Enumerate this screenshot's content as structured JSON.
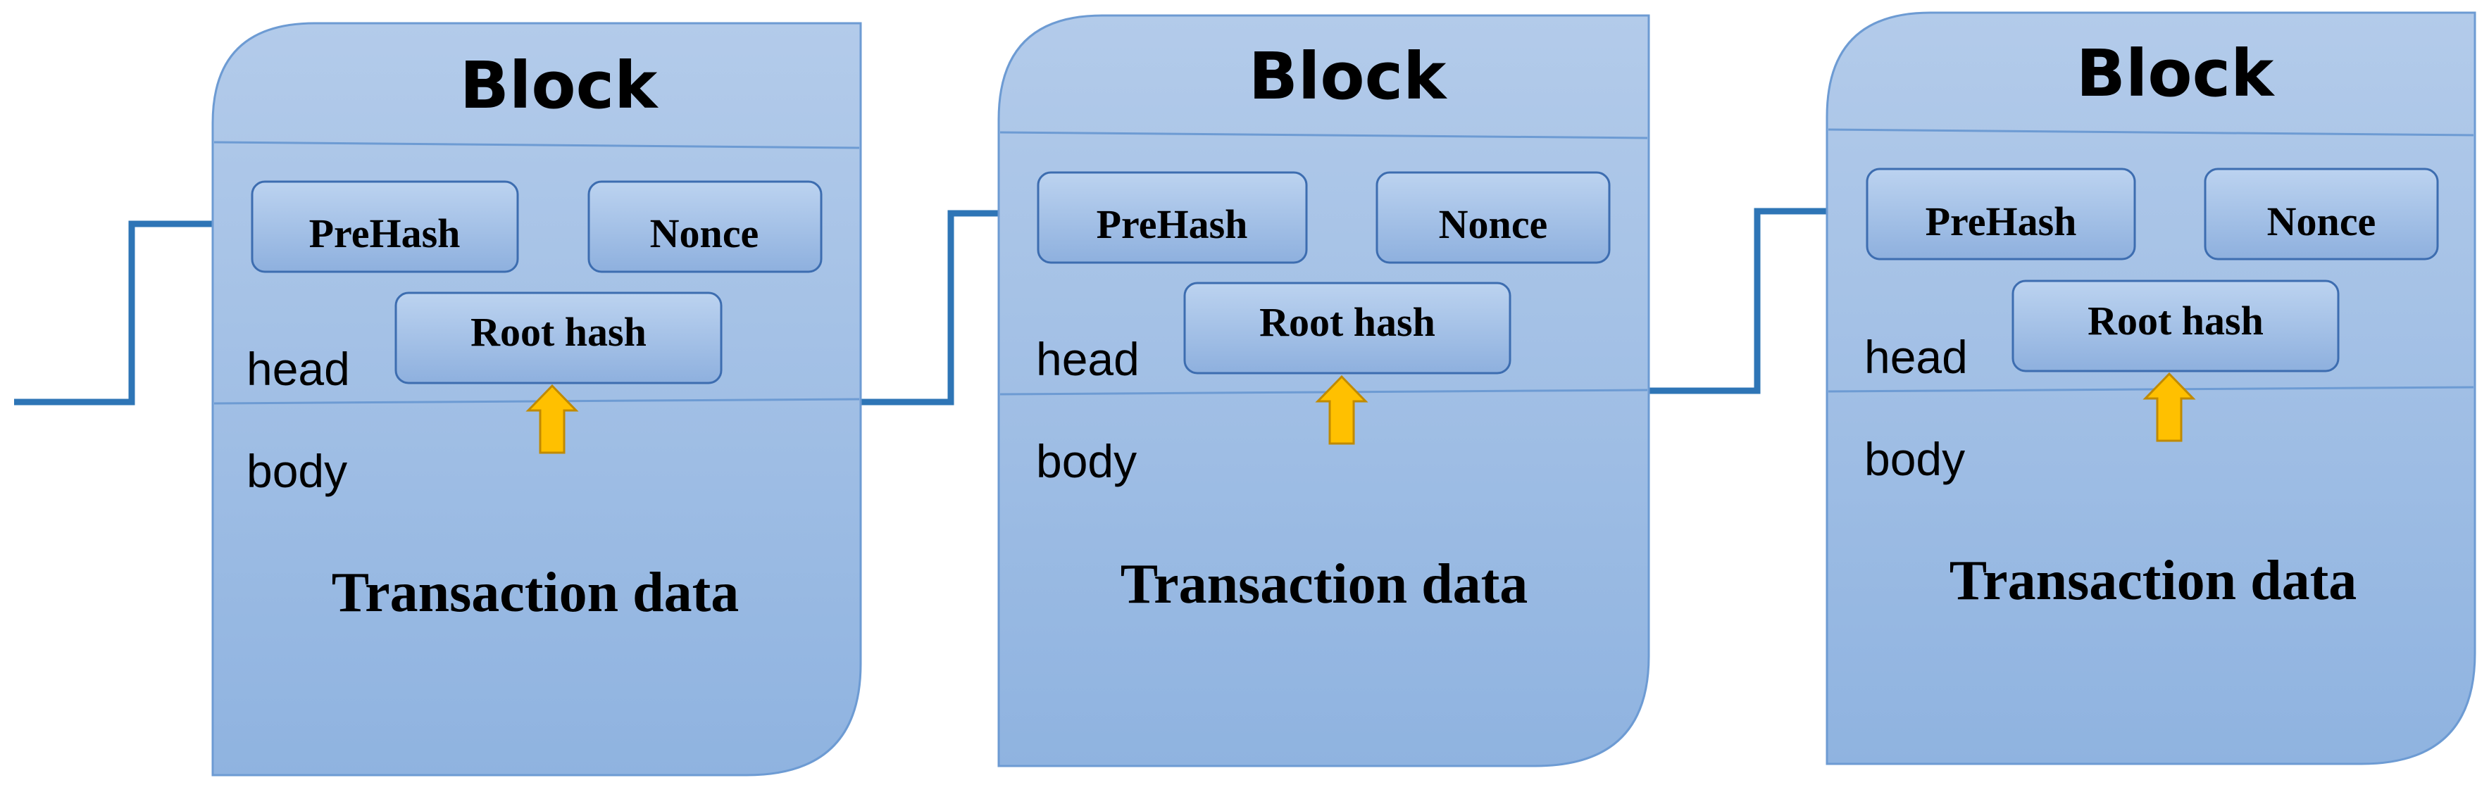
{
  "blocks": [
    {
      "title": "Block",
      "fields": {
        "prehash": "PreHash",
        "nonce": "Nonce",
        "root_hash": "Root hash"
      },
      "head_label": "head",
      "body_label": "body",
      "transaction_label": "Transaction data"
    },
    {
      "title": "Block",
      "fields": {
        "prehash": "PreHash",
        "nonce": "Nonce",
        "root_hash": "Root hash"
      },
      "head_label": "head",
      "body_label": "body",
      "transaction_label": "Transaction data"
    },
    {
      "title": "Block",
      "fields": {
        "prehash": "PreHash",
        "nonce": "Nonce",
        "root_hash": "Root hash"
      },
      "head_label": "head",
      "body_label": "body",
      "transaction_label": "Transaction data"
    }
  ],
  "colors": {
    "block_fill_top": "#b3cbea",
    "block_fill_bottom": "#8fb3e0",
    "block_stroke": "#6d9bd3",
    "field_fill_top": "#b8d0ee",
    "field_fill_bottom": "#8fb1df",
    "field_stroke": "#3d6db0",
    "link_arrow": "#2e75b6",
    "root_arrow_fill": "#ffc000",
    "root_arrow_stroke": "#c08a00"
  }
}
